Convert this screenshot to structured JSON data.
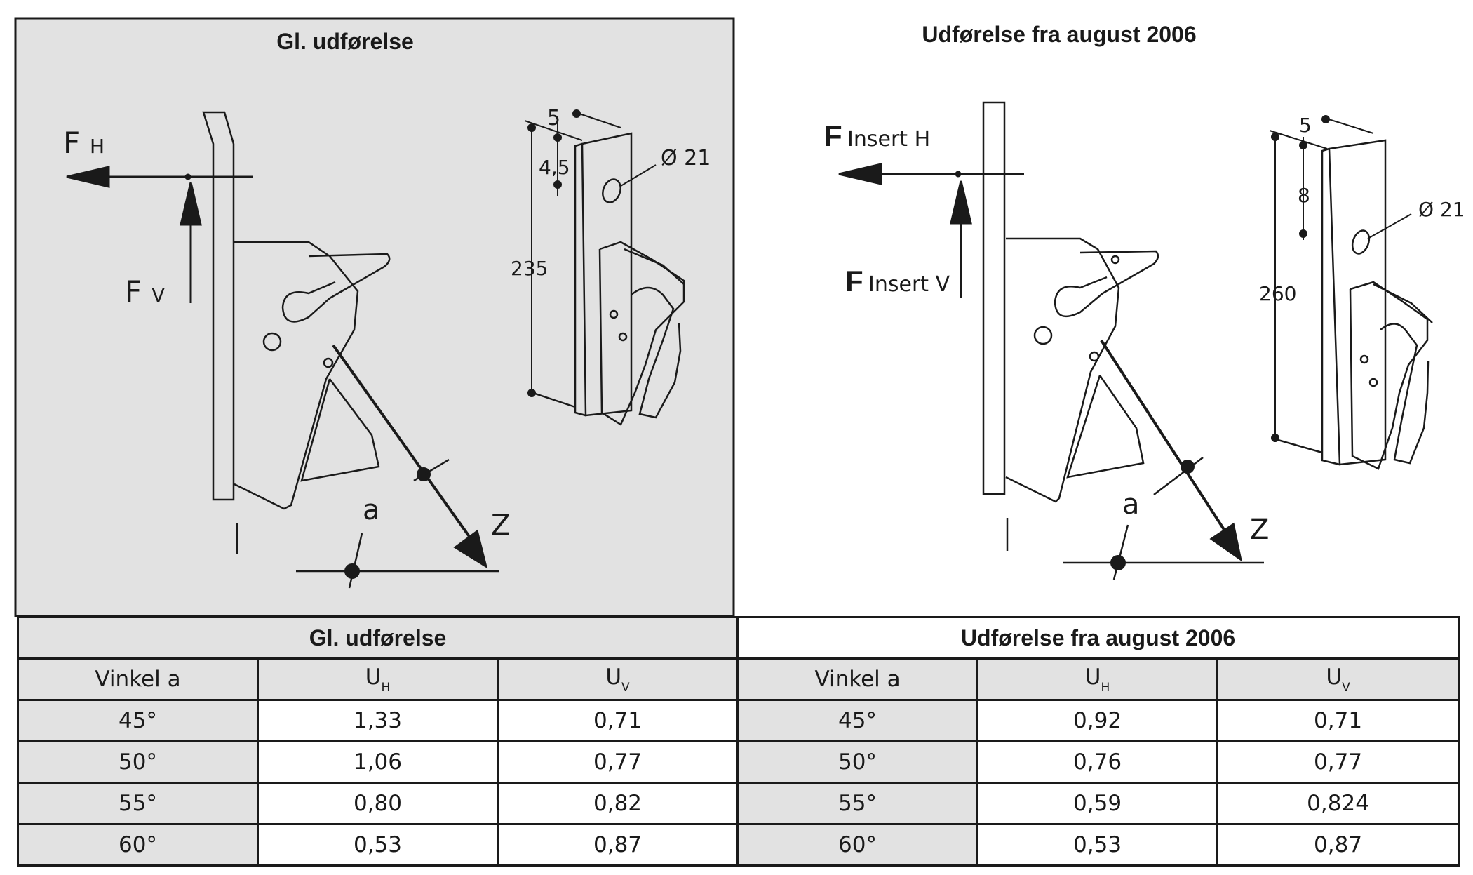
{
  "left_panel": {
    "title": "Gl. udførelse",
    "force_h_letter": "F",
    "force_h_sub": "H",
    "force_v_letter": "F",
    "force_v_sub": "V",
    "angle_label": "a",
    "pull_label": "Z",
    "dims": {
      "width": "5",
      "hole_offset": "4,5",
      "hole_dia": "Ø 21",
      "height": "235"
    }
  },
  "right_panel": {
    "title": "Udførelse fra august 2006",
    "force_h_letter": "F",
    "force_h_sub": "Insert H",
    "force_v_letter": "F",
    "force_v_sub": "Insert V",
    "angle_label": "a",
    "pull_label": "Z",
    "dims": {
      "width": "5",
      "hole_offset": "8",
      "hole_dia": "Ø 21",
      "height": "260"
    }
  },
  "table": {
    "left_title": "Gl. udførelse",
    "right_title": "Udførelse fra august 2006",
    "headers": {
      "angle": "Vinkel   a",
      "u": "U",
      "h_sub": "H",
      "v_sub": "V"
    },
    "rows": [
      {
        "angle": "45°",
        "old_uh": "1,33",
        "old_uv": "0,71",
        "new_uh": "0,92",
        "new_uv": "0,71"
      },
      {
        "angle": "50°",
        "old_uh": "1,06",
        "old_uv": "0,77",
        "new_uh": "0,76",
        "new_uv": "0,77"
      },
      {
        "angle": "55°",
        "old_uh": "0,80",
        "old_uv": "0,82",
        "new_uh": "0,59",
        "new_uv": "0,824"
      },
      {
        "angle": "60°",
        "old_uh": "0,53",
        "old_uv": "0,87",
        "new_uh": "0,53",
        "new_uv": "0,87"
      }
    ]
  }
}
